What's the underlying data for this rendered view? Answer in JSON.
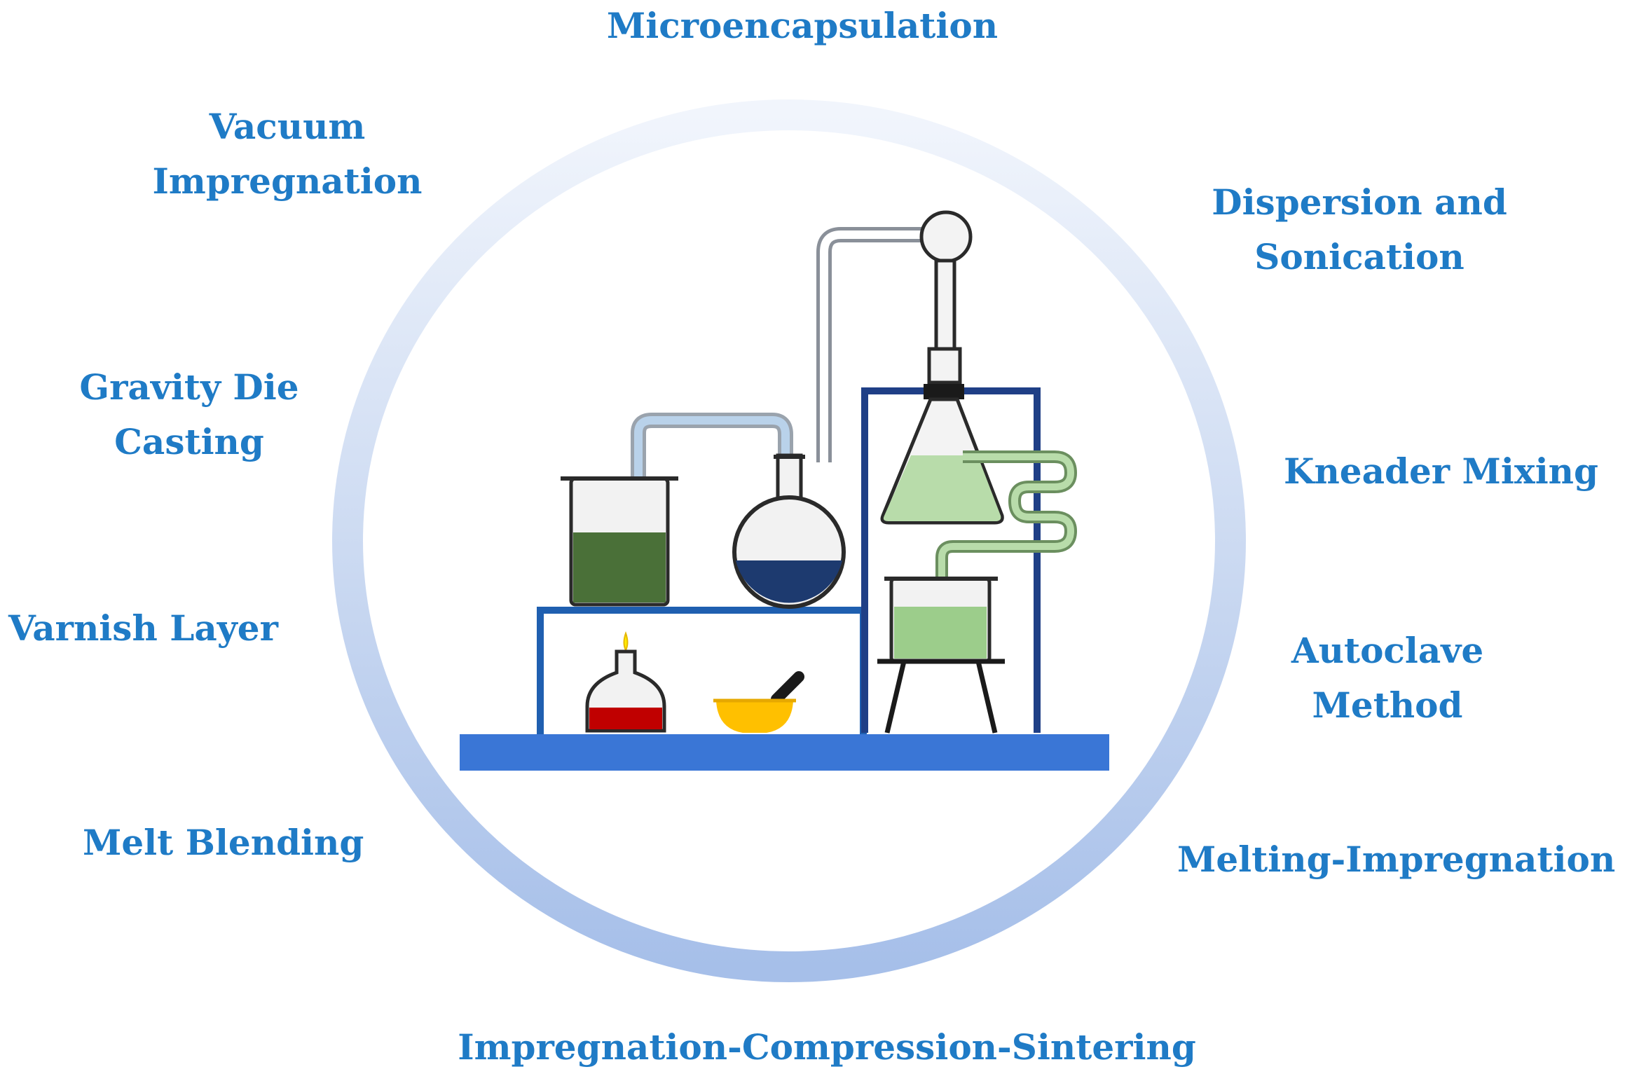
{
  "methods": {
    "microencapsulation": {
      "lines": [
        "Microencapsulation"
      ]
    },
    "vacuum_impregnation": {
      "lines": [
        "Vacuum",
        "Impregnation"
      ]
    },
    "dispersion_sonication": {
      "lines": [
        "Dispersion and",
        "Sonication"
      ]
    },
    "gravity_die_casting": {
      "lines": [
        "Gravity Die",
        "Casting"
      ]
    },
    "kneader_mixing": {
      "lines": [
        "Kneader Mixing"
      ]
    },
    "varnish_layer": {
      "lines": [
        "Varnish Layer"
      ]
    },
    "autoclave_method": {
      "lines": [
        "Autoclave",
        "Method"
      ]
    },
    "melt_blending": {
      "lines": [
        "Melt Blending"
      ]
    },
    "melting_impregnation": {
      "lines": [
        "Melting-Impregnation"
      ]
    },
    "impregnation_compression_sintering": {
      "lines": [
        "Impregnation-Compression-Sintering"
      ]
    }
  },
  "colors": {
    "label_text": "#1f7bc6",
    "ring_top": "#eef3fb",
    "ring_bottom": "#a9c1ea",
    "bench": "#3a76d6",
    "stand": "#1f3f86",
    "dark_green_liquid": "#4a7038",
    "navy_liquid": "#1d3a6f",
    "light_green_liquid": "#9ccd8b",
    "red_liquid": "#c00000",
    "mortar": "#ffc000",
    "flame": "#ffee00"
  },
  "icons": [
    "beaker-icon",
    "round-flask-icon",
    "erlenmeyer-flask-icon",
    "small-beaker-icon",
    "alcohol-burner-icon",
    "mortar-pestle-icon",
    "glass-tube-icon",
    "coil-condenser-icon"
  ]
}
